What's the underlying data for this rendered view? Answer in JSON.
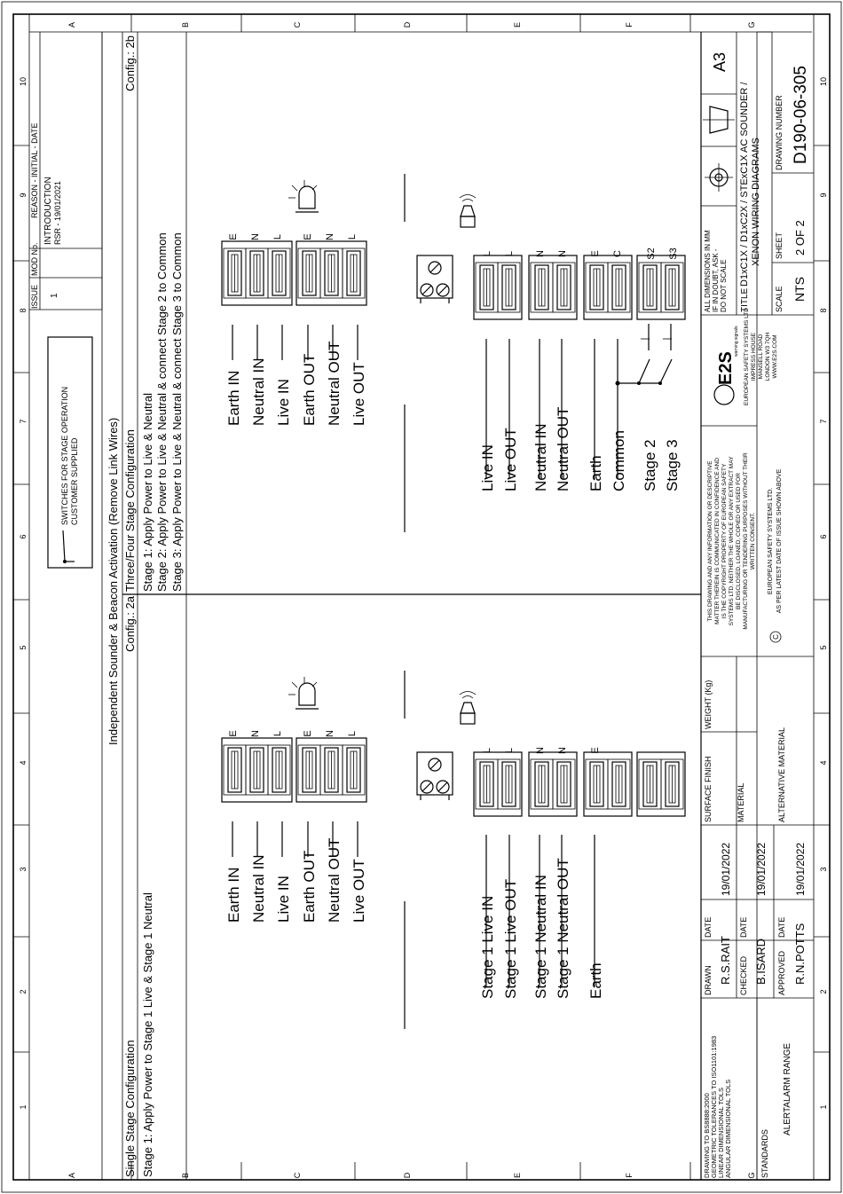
{
  "grid": {
    "cols_top": [
      "1",
      "2",
      "3",
      "4",
      "5",
      "6",
      "7",
      "8",
      "9",
      "10"
    ],
    "rows": [
      "A",
      "B",
      "C",
      "D",
      "E",
      "F",
      "G"
    ]
  },
  "revision": {
    "header_issue": "ISSUE",
    "header_mod": "MOD No.",
    "header_reason": "REASON - INITIAL - DATE",
    "issue": "1",
    "reason_line1": "INTRODUCTION",
    "reason_line2": "RSR - 19/01/2021"
  },
  "notes": {
    "switch_note_line1": "SWITCHES FOR STAGE OPERATION",
    "switch_note_line2": "CUSTOMER SUPPLIED"
  },
  "section": {
    "title": "Independent Sounder & Beacon Activation (Remove Link Wires)"
  },
  "config_a": {
    "heading": "Single Stage Configuration",
    "tag": "Config.: 2a",
    "line1": "Stage 1: Apply Power to Stage 1 Live & Stage 1 Neutral"
  },
  "config_b": {
    "heading": "Three/Four Stage Configuration",
    "tag": "Config.: 2b",
    "line1": "Stage 1: Apply Power to Live & Neutral",
    "line2": "Stage 2: Apply Power to Live & Neutral & connect Stage 2 to Common",
    "line3": "Stage 3: Apply Power to Live & Neutral & connect Stage 3 to Common"
  },
  "diagram_a": {
    "beacon_labels": [
      "Earth IN",
      "Neutral IN",
      "Live IN",
      "Earth OUT",
      "Neutral OUT",
      "Live OUT"
    ],
    "beacon_pins": [
      "E",
      "N",
      "L",
      "E",
      "N",
      "L"
    ],
    "sounder_labels": [
      "Stage 1 Live IN",
      "Stage 1 Live OUT",
      "Stage 1 Neutral IN",
      "Stage 1 Neutral OUT",
      "Earth"
    ],
    "sounder_pins": [
      "L",
      "L",
      "N",
      "N",
      "E"
    ]
  },
  "diagram_b": {
    "beacon_labels": [
      "Earth IN",
      "Neutral IN",
      "Live IN",
      "Earth OUT",
      "Neutral OUT",
      "Live OUT"
    ],
    "beacon_pins": [
      "E",
      "N",
      "L",
      "E",
      "N",
      "L"
    ],
    "sounder_labels": [
      "Live IN",
      "Live OUT",
      "Neutral IN",
      "Neutral OUT",
      "Earth",
      "Common",
      "Stage 2",
      "Stage 3"
    ],
    "sounder_pins": [
      "L",
      "L",
      "N",
      "N",
      "E",
      "C",
      "S2",
      "S3"
    ]
  },
  "title_block": {
    "standards_line1": "DRAWING TO BS8888:2000",
    "standards_line2": "GEOMETRIC TOLERANCES TO ISO1101:1983",
    "standards_line3": "LINEAR DIMENSIONAL TOLS",
    "standards_line4": "ANGULAR DIMENSIONAL TOLS",
    "standards_label": "STANDARDS",
    "range": "ALERTALARM RANGE",
    "drawn_label": "DRAWN",
    "drawn_name": "R.S.RAIT",
    "checked_label": "CHECKED",
    "checked_name": "B.ISARD",
    "approved_label": "APPROVED",
    "approved_name": "R.N.POTTS",
    "date_label": "DATE",
    "drawn_date": "19/01/2022",
    "checked_date": "19/01/2022",
    "approved_date": "19/01/2022",
    "surface_finish": "SURFACE FINISH",
    "weight": "WEIGHT (Kg)",
    "material": "MATERIAL",
    "alt_material": "ALTERNATIVE MATERIAL",
    "copyright_lines": [
      "THIS DRAWING AND ANY INFORMATION OR DESCRIPTIVE",
      "MATTER THEREIN IS COMMUNICATED IN CONFIDENCE AND",
      "IS THE COPYRIGHT PROPERTY OF EUROPEAN SAFETY",
      "SYSTEMS LTD. NEITHER THE WHOLE OR ANY EXTRACT MAY",
      "BE DISCLOSED, LOANED, COPIED OR USED FOR",
      "MANUFACTURING OR TENDERING PURPOSES WITHOUT THEIR",
      "WRITTEN CONSENT."
    ],
    "copyright_owner": "EUROPEAN SAFETY SYSTEMS LTD.",
    "copyright_date": "AS PER LATEST DATE OF ISSUE SHOWN ABOVE",
    "company_lines": [
      "EUROPEAN SAFETY SYSTEMS LTD",
      "IMPRESS HOUSE",
      "MANSELL ROAD",
      "LONDON W3 7QH",
      "WWW.E2S.COM"
    ],
    "logo_text": "E2S",
    "logo_sub": "warning signals",
    "dims_line1": "ALL DIMENSIONS IN MM",
    "dims_line2": "IF IN DOUBT, ASK -",
    "dims_line3": "DO NOT SCALE",
    "size": "A3",
    "title_label": "TITLE",
    "title_line1": "D1xC1X / D1xC2X / STExC1X AC SOUNDER /",
    "title_line2": "XENON WIRING DIAGRAMS",
    "scale_label": "SCALE",
    "scale": "NTS",
    "sheet_label": "SHEET",
    "sheet": "2 OF 2",
    "drawing_number_label": "DRAWING NUMBER",
    "drawing_number": "D190-06-305"
  }
}
